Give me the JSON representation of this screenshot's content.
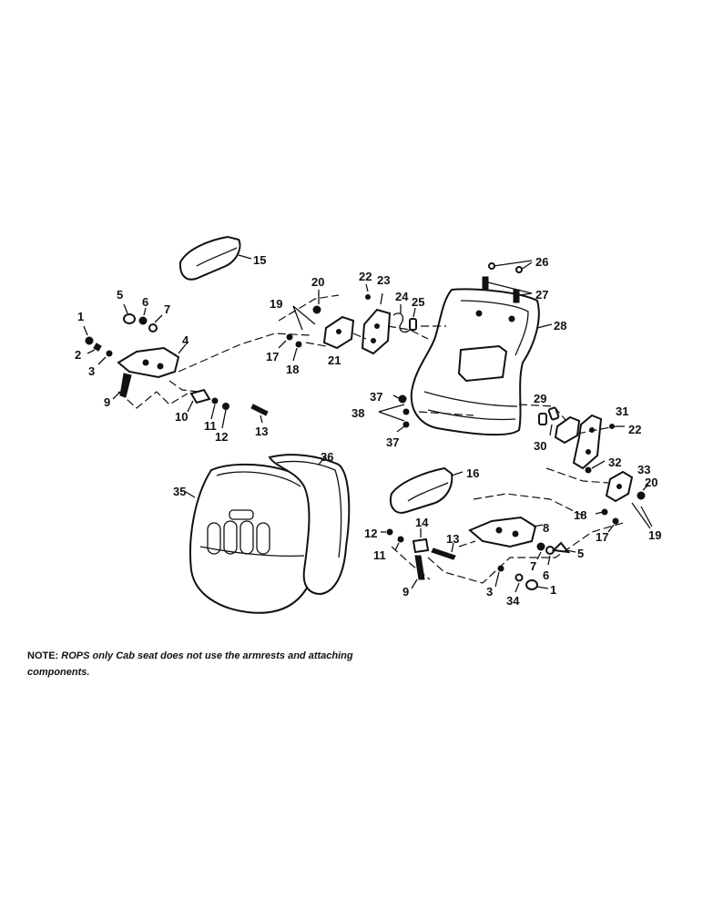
{
  "callouts": {
    "c1a": "1",
    "c2a": "2",
    "c3a": "3",
    "c4": "4",
    "c5a": "5",
    "c6a": "6",
    "c7a": "7",
    "c9a": "9",
    "c10": "10",
    "c11a": "11",
    "c12a": "12",
    "c13a": "13",
    "c15": "15",
    "c17a": "17",
    "c18a": "18",
    "c19a": "19",
    "c20a": "20",
    "c21": "21",
    "c22a": "22",
    "c23": "23",
    "c24": "24",
    "c25": "25",
    "c26": "26",
    "c27": "27",
    "c28": "28",
    "c29": "29",
    "c30": "30",
    "c31": "31",
    "c22b": "22",
    "c32": "32",
    "c33": "33",
    "c20b": "20",
    "c18b": "18",
    "c17b": "17",
    "c19b": "19",
    "c37a": "37",
    "c38": "38",
    "c37b": "37",
    "c16": "16",
    "c36": "36",
    "c35": "35",
    "c8": "8",
    "c5b": "5",
    "c7b": "7",
    "c6b": "6",
    "c1b": "1",
    "c34": "34",
    "c3b": "3",
    "c14": "14",
    "c13b": "13",
    "c12b": "12",
    "c11b": "11",
    "c9b": "9"
  },
  "note": {
    "label": "NOTE:",
    "text": "ROPS only Cab seat does not use the armrests and attaching components."
  }
}
